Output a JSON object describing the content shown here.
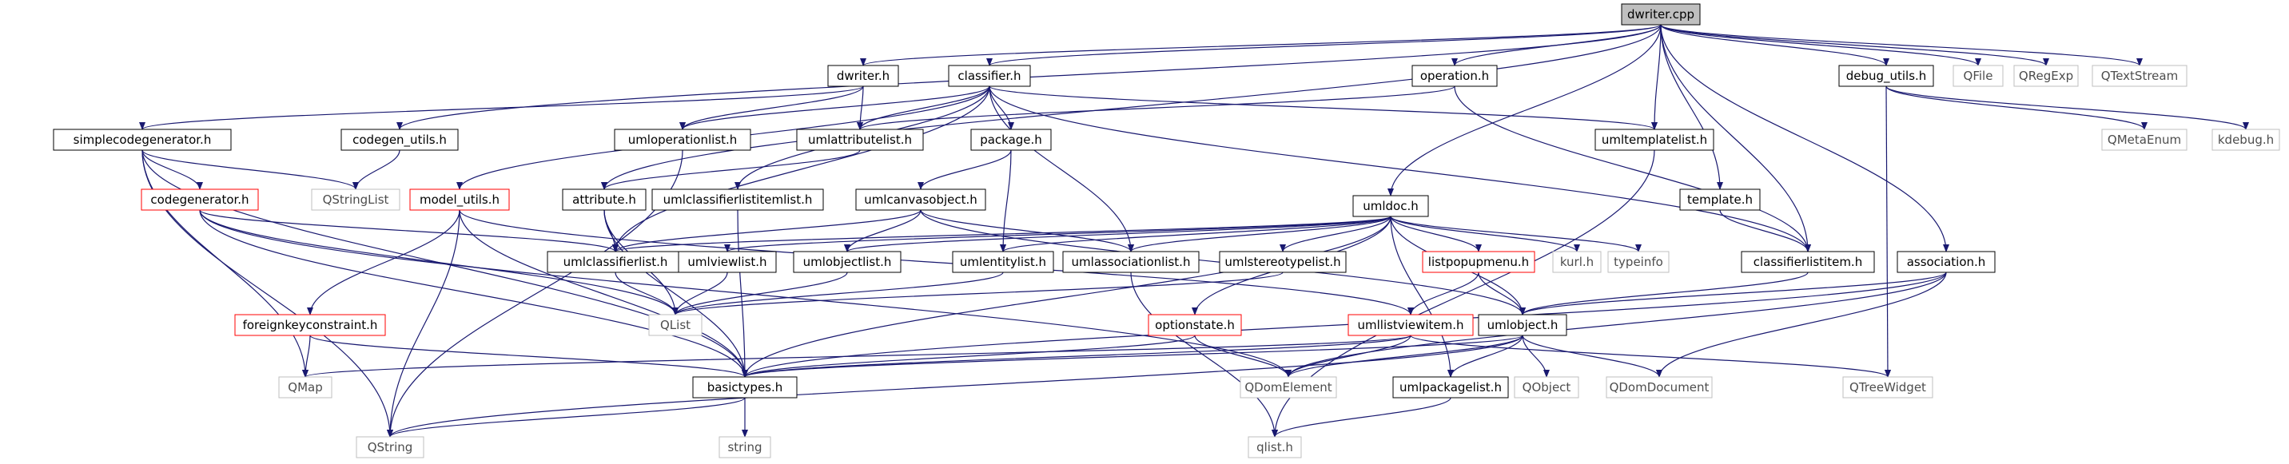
{
  "nodes": [
    {
      "id": "dwriter_cpp",
      "label": "dwriter.cpp",
      "style": "root"
    },
    {
      "id": "dwriter_h",
      "label": "dwriter.h",
      "style": "normal"
    },
    {
      "id": "classifier_h",
      "label": "classifier.h",
      "style": "normal"
    },
    {
      "id": "operation_h",
      "label": "operation.h",
      "style": "normal"
    },
    {
      "id": "debug_utils_h",
      "label": "debug_utils.h",
      "style": "normal"
    },
    {
      "id": "QFile",
      "label": "QFile",
      "style": "plain"
    },
    {
      "id": "QRegExp",
      "label": "QRegExp",
      "style": "plain"
    },
    {
      "id": "QTextStream",
      "label": "QTextStream",
      "style": "plain"
    },
    {
      "id": "simplecodegenerator_h",
      "label": "simplecodegenerator.h",
      "style": "normal"
    },
    {
      "id": "codegen_utils_h",
      "label": "codegen_utils.h",
      "style": "normal"
    },
    {
      "id": "umloperationlist_h",
      "label": "umloperationlist.h",
      "style": "normal"
    },
    {
      "id": "umlattributelist_h",
      "label": "umlattributelist.h",
      "style": "normal"
    },
    {
      "id": "package_h",
      "label": "package.h",
      "style": "normal"
    },
    {
      "id": "umltemplatelist_h",
      "label": "umltemplatelist.h",
      "style": "normal"
    },
    {
      "id": "QMetaEnum",
      "label": "QMetaEnum",
      "style": "plain"
    },
    {
      "id": "kdebug_h",
      "label": "kdebug.h",
      "style": "plain"
    },
    {
      "id": "codegenerator_h",
      "label": "codegenerator.h",
      "style": "red"
    },
    {
      "id": "QStringList",
      "label": "QStringList",
      "style": "plain"
    },
    {
      "id": "model_utils_h",
      "label": "model_utils.h",
      "style": "red"
    },
    {
      "id": "attribute_h",
      "label": "attribute.h",
      "style": "normal"
    },
    {
      "id": "umlclassifierlistitemlist_h",
      "label": "umlclassifierlistitemlist.h",
      "style": "normal"
    },
    {
      "id": "umlcanvasobject_h",
      "label": "umlcanvasobject.h",
      "style": "normal"
    },
    {
      "id": "umldoc_h",
      "label": "umldoc.h",
      "style": "normal"
    },
    {
      "id": "template_h",
      "label": "template.h",
      "style": "normal"
    },
    {
      "id": "umlclassifierlist_h",
      "label": "umlclassifierlist.h",
      "style": "normal"
    },
    {
      "id": "umlviewlist_h",
      "label": "umlviewlist.h",
      "style": "normal"
    },
    {
      "id": "umlobjectlist_h",
      "label": "umlobjectlist.h",
      "style": "normal"
    },
    {
      "id": "umlentitylist_h",
      "label": "umlentitylist.h",
      "style": "normal"
    },
    {
      "id": "umlassociationlist_h",
      "label": "umlassociationlist.h",
      "style": "normal"
    },
    {
      "id": "umlstereotypelist_h",
      "label": "umlstereotypelist.h",
      "style": "normal"
    },
    {
      "id": "listpopupmenu_h",
      "label": "listpopupmenu.h",
      "style": "red"
    },
    {
      "id": "kurl_h",
      "label": "kurl.h",
      "style": "plain"
    },
    {
      "id": "typeinfo",
      "label": "typeinfo",
      "style": "plain"
    },
    {
      "id": "classifierlistitem_h",
      "label": "classifierlistitem.h",
      "style": "normal"
    },
    {
      "id": "association_h",
      "label": "association.h",
      "style": "normal"
    },
    {
      "id": "foreignkeyconstraint_h",
      "label": "foreignkeyconstraint.h",
      "style": "red"
    },
    {
      "id": "QList",
      "label": "QList",
      "style": "plain"
    },
    {
      "id": "optionstate_h",
      "label": "optionstate.h",
      "style": "red"
    },
    {
      "id": "umllistviewitem_h",
      "label": "umllistviewitem.h",
      "style": "red"
    },
    {
      "id": "umlobject_h",
      "label": "umlobject.h",
      "style": "normal"
    },
    {
      "id": "QMap",
      "label": "QMap",
      "style": "plain"
    },
    {
      "id": "basictypes_h",
      "label": "basictypes.h",
      "style": "normal"
    },
    {
      "id": "QDomElement",
      "label": "QDomElement",
      "style": "plain"
    },
    {
      "id": "umlpackagelist_h",
      "label": "umlpackagelist.h",
      "style": "normal"
    },
    {
      "id": "QObject",
      "label": "QObject",
      "style": "plain"
    },
    {
      "id": "QDomDocument",
      "label": "QDomDocument",
      "style": "plain"
    },
    {
      "id": "QTreeWidget",
      "label": "QTreeWidget",
      "style": "plain"
    },
    {
      "id": "QString",
      "label": "QString",
      "style": "plain"
    },
    {
      "id": "string",
      "label": "string",
      "style": "plain"
    },
    {
      "id": "qlist_h",
      "label": "qlist.h",
      "style": "plain"
    }
  ],
  "edges": [
    [
      "dwriter_cpp",
      "dwriter_h"
    ],
    [
      "dwriter_cpp",
      "classifier_h"
    ],
    [
      "dwriter_cpp",
      "operation_h"
    ],
    [
      "dwriter_cpp",
      "debug_utils_h"
    ],
    [
      "dwriter_cpp",
      "QFile"
    ],
    [
      "dwriter_cpp",
      "QRegExp"
    ],
    [
      "dwriter_cpp",
      "QTextStream"
    ],
    [
      "dwriter_cpp",
      "codegen_utils_h"
    ],
    [
      "dwriter_cpp",
      "umltemplatelist_h"
    ],
    [
      "dwriter_cpp",
      "umldoc_h"
    ],
    [
      "dwriter_cpp",
      "template_h"
    ],
    [
      "dwriter_cpp",
      "association_h"
    ],
    [
      "dwriter_cpp",
      "attribute_h"
    ],
    [
      "dwriter_cpp",
      "classifierlistitem_h"
    ],
    [
      "dwriter_h",
      "simplecodegenerator_h"
    ],
    [
      "dwriter_h",
      "umloperationlist_h"
    ],
    [
      "dwriter_h",
      "umlattributelist_h"
    ],
    [
      "classifier_h",
      "umloperationlist_h"
    ],
    [
      "classifier_h",
      "umlattributelist_h"
    ],
    [
      "classifier_h",
      "package_h"
    ],
    [
      "classifier_h",
      "umltemplatelist_h"
    ],
    [
      "classifier_h",
      "umlclassifierlistitemlist_h"
    ],
    [
      "classifier_h",
      "umlassociationlist_h"
    ],
    [
      "classifier_h",
      "classifierlistitem_h"
    ],
    [
      "classifier_h",
      "model_utils_h"
    ],
    [
      "classifier_h",
      "umlclassifierlist_h"
    ],
    [
      "operation_h",
      "umlattributelist_h"
    ],
    [
      "operation_h",
      "classifierlistitem_h"
    ],
    [
      "debug_utils_h",
      "QMetaEnum"
    ],
    [
      "debug_utils_h",
      "kdebug_h"
    ],
    [
      "debug_utils_h",
      "QTreeWidget"
    ],
    [
      "simplecodegenerator_h",
      "codegenerator_h"
    ],
    [
      "simplecodegenerator_h",
      "QStringList"
    ],
    [
      "simplecodegenerator_h",
      "QMap"
    ],
    [
      "simplecodegenerator_h",
      "QString"
    ],
    [
      "simplecodegenerator_h",
      "basictypes_h"
    ],
    [
      "codegen_utils_h",
      "QStringList"
    ],
    [
      "umloperationlist_h",
      "QString"
    ],
    [
      "umlattributelist_h",
      "attribute_h"
    ],
    [
      "package_h",
      "umlcanvasobject_h"
    ],
    [
      "package_h",
      "umlentitylist_h"
    ],
    [
      "umltemplatelist_h",
      "qlist_h"
    ],
    [
      "codegenerator_h",
      "umlclassifierlist_h"
    ],
    [
      "codegenerator_h",
      "basictypes_h"
    ],
    [
      "codegenerator_h",
      "QList"
    ],
    [
      "codegenerator_h",
      "QDomElement"
    ],
    [
      "model_utils_h",
      "foreignkeyconstraint_h"
    ],
    [
      "model_utils_h",
      "basictypes_h"
    ],
    [
      "model_utils_h",
      "QString"
    ],
    [
      "model_utils_h",
      "umllistviewitem_h"
    ],
    [
      "attribute_h",
      "umlclassifierlist_h"
    ],
    [
      "attribute_h",
      "basictypes_h"
    ],
    [
      "attribute_h",
      "QList"
    ],
    [
      "umlclassifierlistitemlist_h",
      "basictypes_h"
    ],
    [
      "umlcanvasobject_h",
      "umlclassifierlist_h"
    ],
    [
      "umlcanvasobject_h",
      "umlobjectlist_h"
    ],
    [
      "umlcanvasobject_h",
      "umlassociationlist_h"
    ],
    [
      "umlcanvasobject_h",
      "umlobject_h"
    ],
    [
      "umldoc_h",
      "umlclassifierlist_h"
    ],
    [
      "umldoc_h",
      "umlviewlist_h"
    ],
    [
      "umldoc_h",
      "umlobjectlist_h"
    ],
    [
      "umldoc_h",
      "umlentitylist_h"
    ],
    [
      "umldoc_h",
      "umlassociationlist_h"
    ],
    [
      "umldoc_h",
      "umlstereotypelist_h"
    ],
    [
      "umldoc_h",
      "listpopupmenu_h"
    ],
    [
      "umldoc_h",
      "kurl_h"
    ],
    [
      "umldoc_h",
      "typeinfo"
    ],
    [
      "umldoc_h",
      "optionstate_h"
    ],
    [
      "umldoc_h",
      "umlobject_h"
    ],
    [
      "umldoc_h",
      "umlpackagelist_h"
    ],
    [
      "umldoc_h",
      "basictypes_h"
    ],
    [
      "template_h",
      "classifierlistitem_h"
    ],
    [
      "umlclassifierlist_h",
      "QList"
    ],
    [
      "umlviewlist_h",
      "QList"
    ],
    [
      "umlobjectlist_h",
      "QList"
    ],
    [
      "umlentitylist_h",
      "QList"
    ],
    [
      "umlassociationlist_h",
      "qlist_h"
    ],
    [
      "umlstereotypelist_h",
      "QList"
    ],
    [
      "listpopupmenu_h",
      "umllistviewitem_h"
    ],
    [
      "listpopupmenu_h",
      "umlobject_h"
    ],
    [
      "classifierlistitem_h",
      "umlobject_h"
    ],
    [
      "association_h",
      "umlobject_h"
    ],
    [
      "association_h",
      "basictypes_h"
    ],
    [
      "association_h",
      "QDomDocument"
    ],
    [
      "association_h",
      "QDomElement"
    ],
    [
      "foreignkeyconstraint_h",
      "QMap"
    ],
    [
      "foreignkeyconstraint_h",
      "basictypes_h"
    ],
    [
      "optionstate_h",
      "QDomElement"
    ],
    [
      "optionstate_h",
      "basictypes_h"
    ],
    [
      "umllistviewitem_h",
      "QMap"
    ],
    [
      "umllistviewitem_h",
      "QTreeWidget"
    ],
    [
      "umllistviewitem_h",
      "basictypes_h"
    ],
    [
      "umllistviewitem_h",
      "QDomElement"
    ],
    [
      "umlobject_h",
      "QObject"
    ],
    [
      "umlobject_h",
      "QDomDocument"
    ],
    [
      "umlobject_h",
      "QDomElement"
    ],
    [
      "umlobject_h",
      "basictypes_h"
    ],
    [
      "umlobject_h",
      "umlpackagelist_h"
    ],
    [
      "umlobject_h",
      "QString"
    ],
    [
      "basictypes_h",
      "QString"
    ],
    [
      "basictypes_h",
      "string"
    ],
    [
      "umlpackagelist_h",
      "qlist_h"
    ]
  ],
  "colors": {
    "edge": "#191970",
    "root_fill": "#bfbfbf",
    "normal_border": "#000000",
    "red_border": "#ff0000",
    "plain_border": "#bfbfbf",
    "plain_text": "#4d4d4d",
    "text": "#000000"
  }
}
